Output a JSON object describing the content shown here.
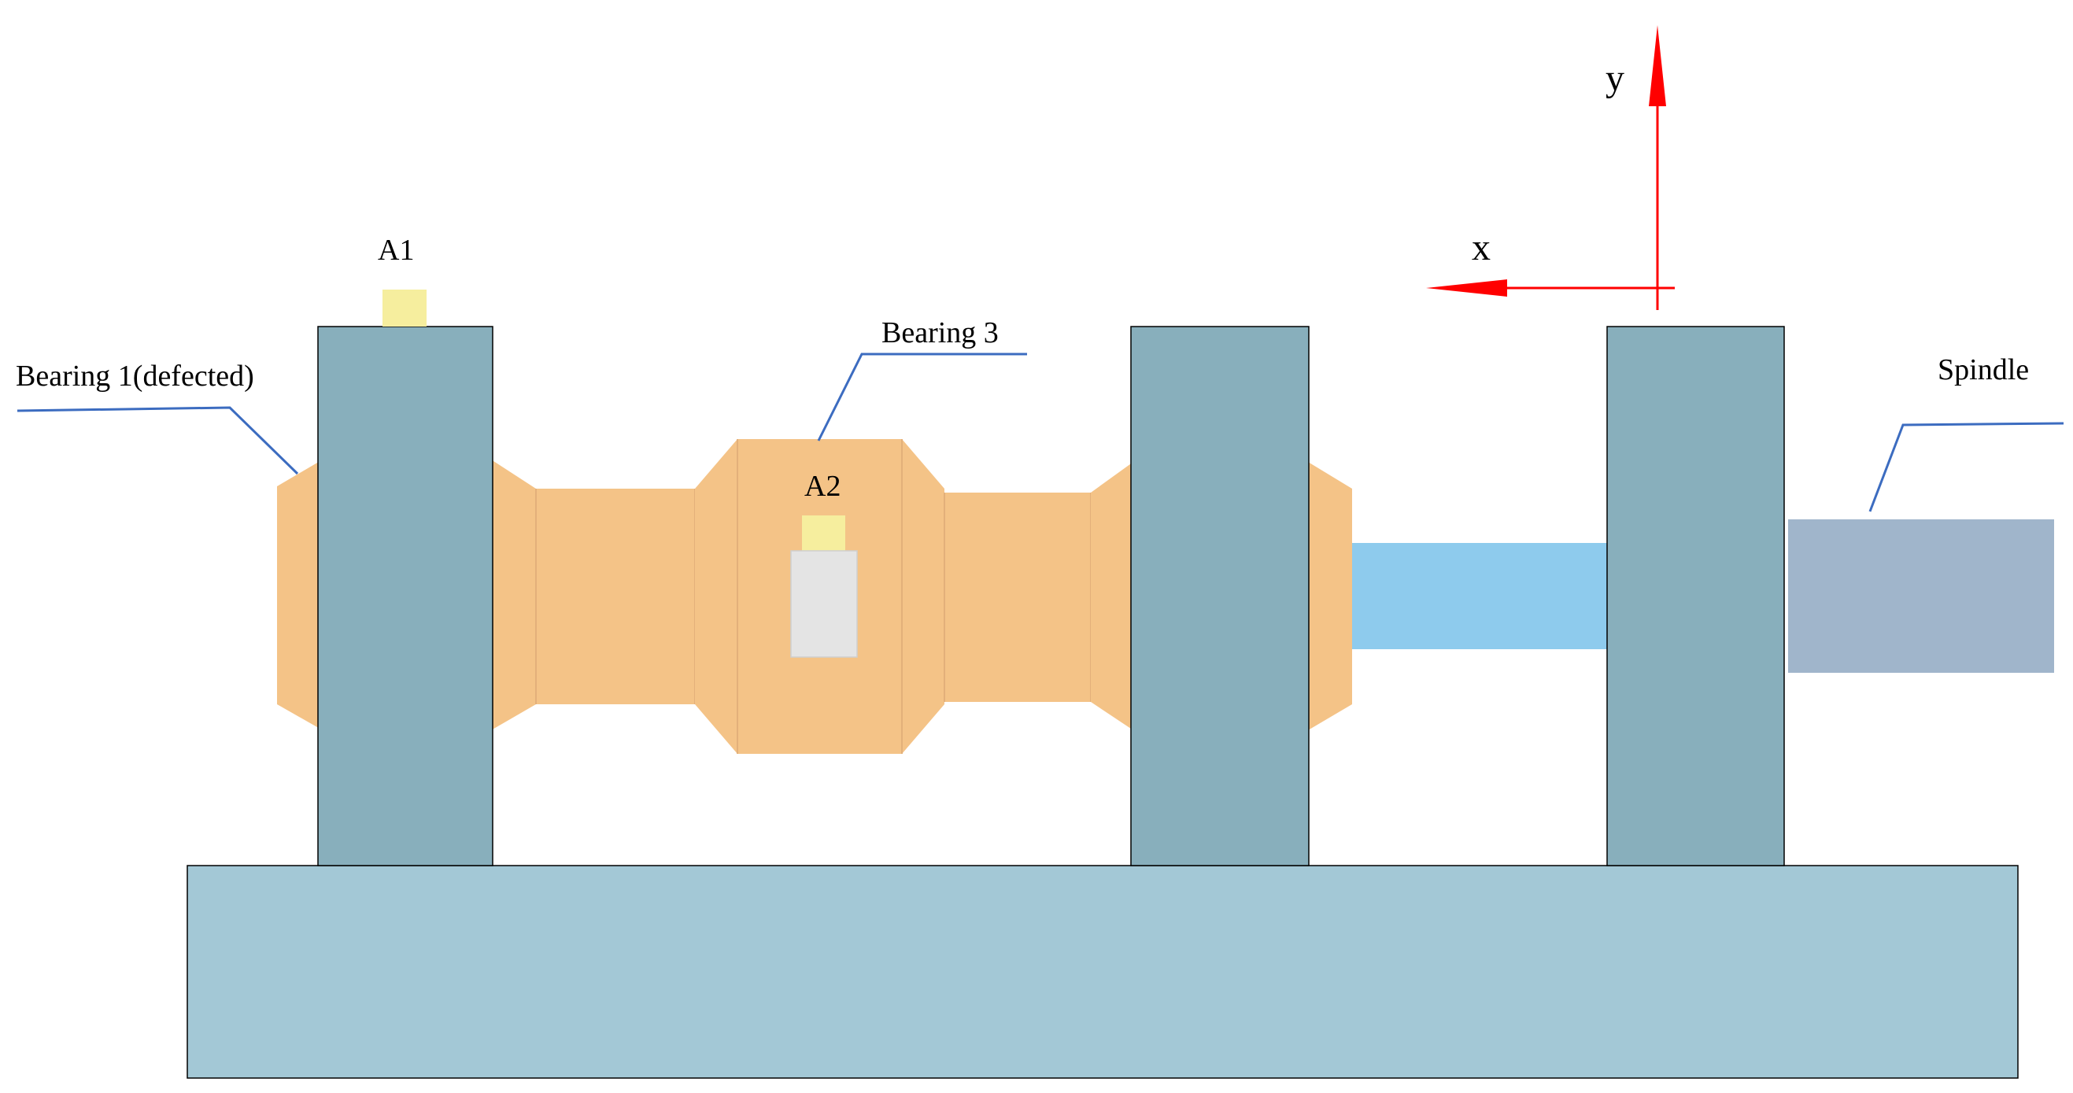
{
  "labels": {
    "bearing1": "Bearing 1(defected)",
    "bearing3": "Bearing 3",
    "spindle": "Spindle",
    "sensor_a1": "A1",
    "sensor_a2": "A2",
    "axis_x": "x",
    "axis_y": "y"
  },
  "colors": {
    "base": "#a3c8d6",
    "support_block": "#88afbc",
    "shaft_body": "#f4c387",
    "shaft_edge": "#e3b07a",
    "shaft_segment_light": "#8ecbed",
    "spindle": "#a0b5cb",
    "sensor_pad": "#f6ee9e",
    "sensor_body": "#e4e4e4",
    "leader_line": "#3c6cc0",
    "axis_arrow": "#ff0000",
    "outline": "#000000"
  }
}
